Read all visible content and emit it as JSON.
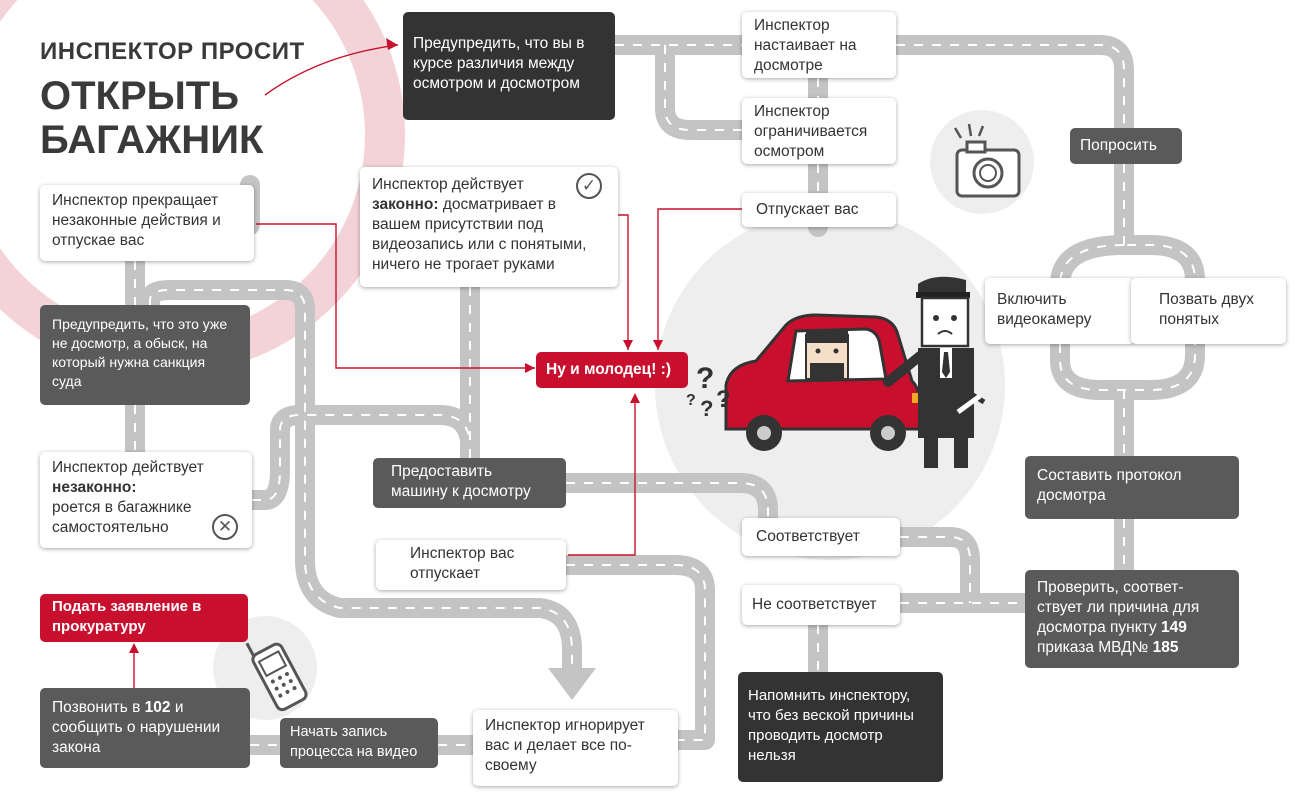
{
  "title": {
    "line1": "ИНСПЕКТОР ПРОСИТ",
    "line2": "ОТКРЫТЬ",
    "line3": "БАГАЖНИК"
  },
  "boxes": {
    "warn_inspection": "Предупредить, что вы в курсе различия между осмотром и досмотром",
    "insists_search": "Инспектор настаивает на досмотре",
    "limits_inspection": "Инспектор ограничивается осмотром",
    "releases_you": "Отпускает вас",
    "ask": "Попросить",
    "stops_illegal": "Инспектор прекращает незаконные действия и отпускае вас",
    "legal_prefix": "Инспектор действует",
    "legal_bold": "законно:",
    "legal_rest": "досматривает в вашем присутствии под видеозапись или с понятыми, ничего не трогает руками",
    "well_done": "Ну и молодец! :)",
    "warn_search": "Предупредить, что это уже не досмотр, а обыск, на который нужна санкция суда",
    "turn_on_camera": "Включить видеокамеру",
    "call_witnesses": "Позвать двух понятых",
    "illegal_prefix": "Инспектор действует",
    "illegal_bold": "незаконно:",
    "illegal_rest": "роется в багажнике самостоятельно",
    "provide_car": "Предоставить машину к досмотру",
    "protocol": "Составить протокол досмотра",
    "corresponds": "Соответствует",
    "lets_go": "Инспектор вас отпускает",
    "not_corresponds": "Не соответствует",
    "check_prefix": "Проверить, соответ-ствует ли причина для досмотра пункту",
    "check_p149": "149",
    "check_mid": "приказа МВД№",
    "check_n185": "185",
    "prosecutor": "Подать заявление в прокуратуру",
    "remind": "Напомнить инспектору, что без веской причины проводить досмотр нельзя",
    "call_prefix": "Позвонить в",
    "call_102": "102",
    "call_rest": "и сообщить о нарушении закона",
    "start_recording": "Начать запись процесса на видео",
    "ignores": "Инспектор игнорирует вас и делает все по-своему"
  },
  "colors": {
    "accent_red": "#c8102e",
    "dark_box": "#5a5a5a",
    "black_box": "#333333",
    "road": "#c4c4c4",
    "pink_ring": "#f3d3d7",
    "light_circle": "#eeeeee"
  },
  "icons": [
    "check-icon",
    "cross-icon",
    "camera-icon",
    "phone-icon",
    "car-illustration",
    "policeman-illustration",
    "question-marks-icon"
  ]
}
